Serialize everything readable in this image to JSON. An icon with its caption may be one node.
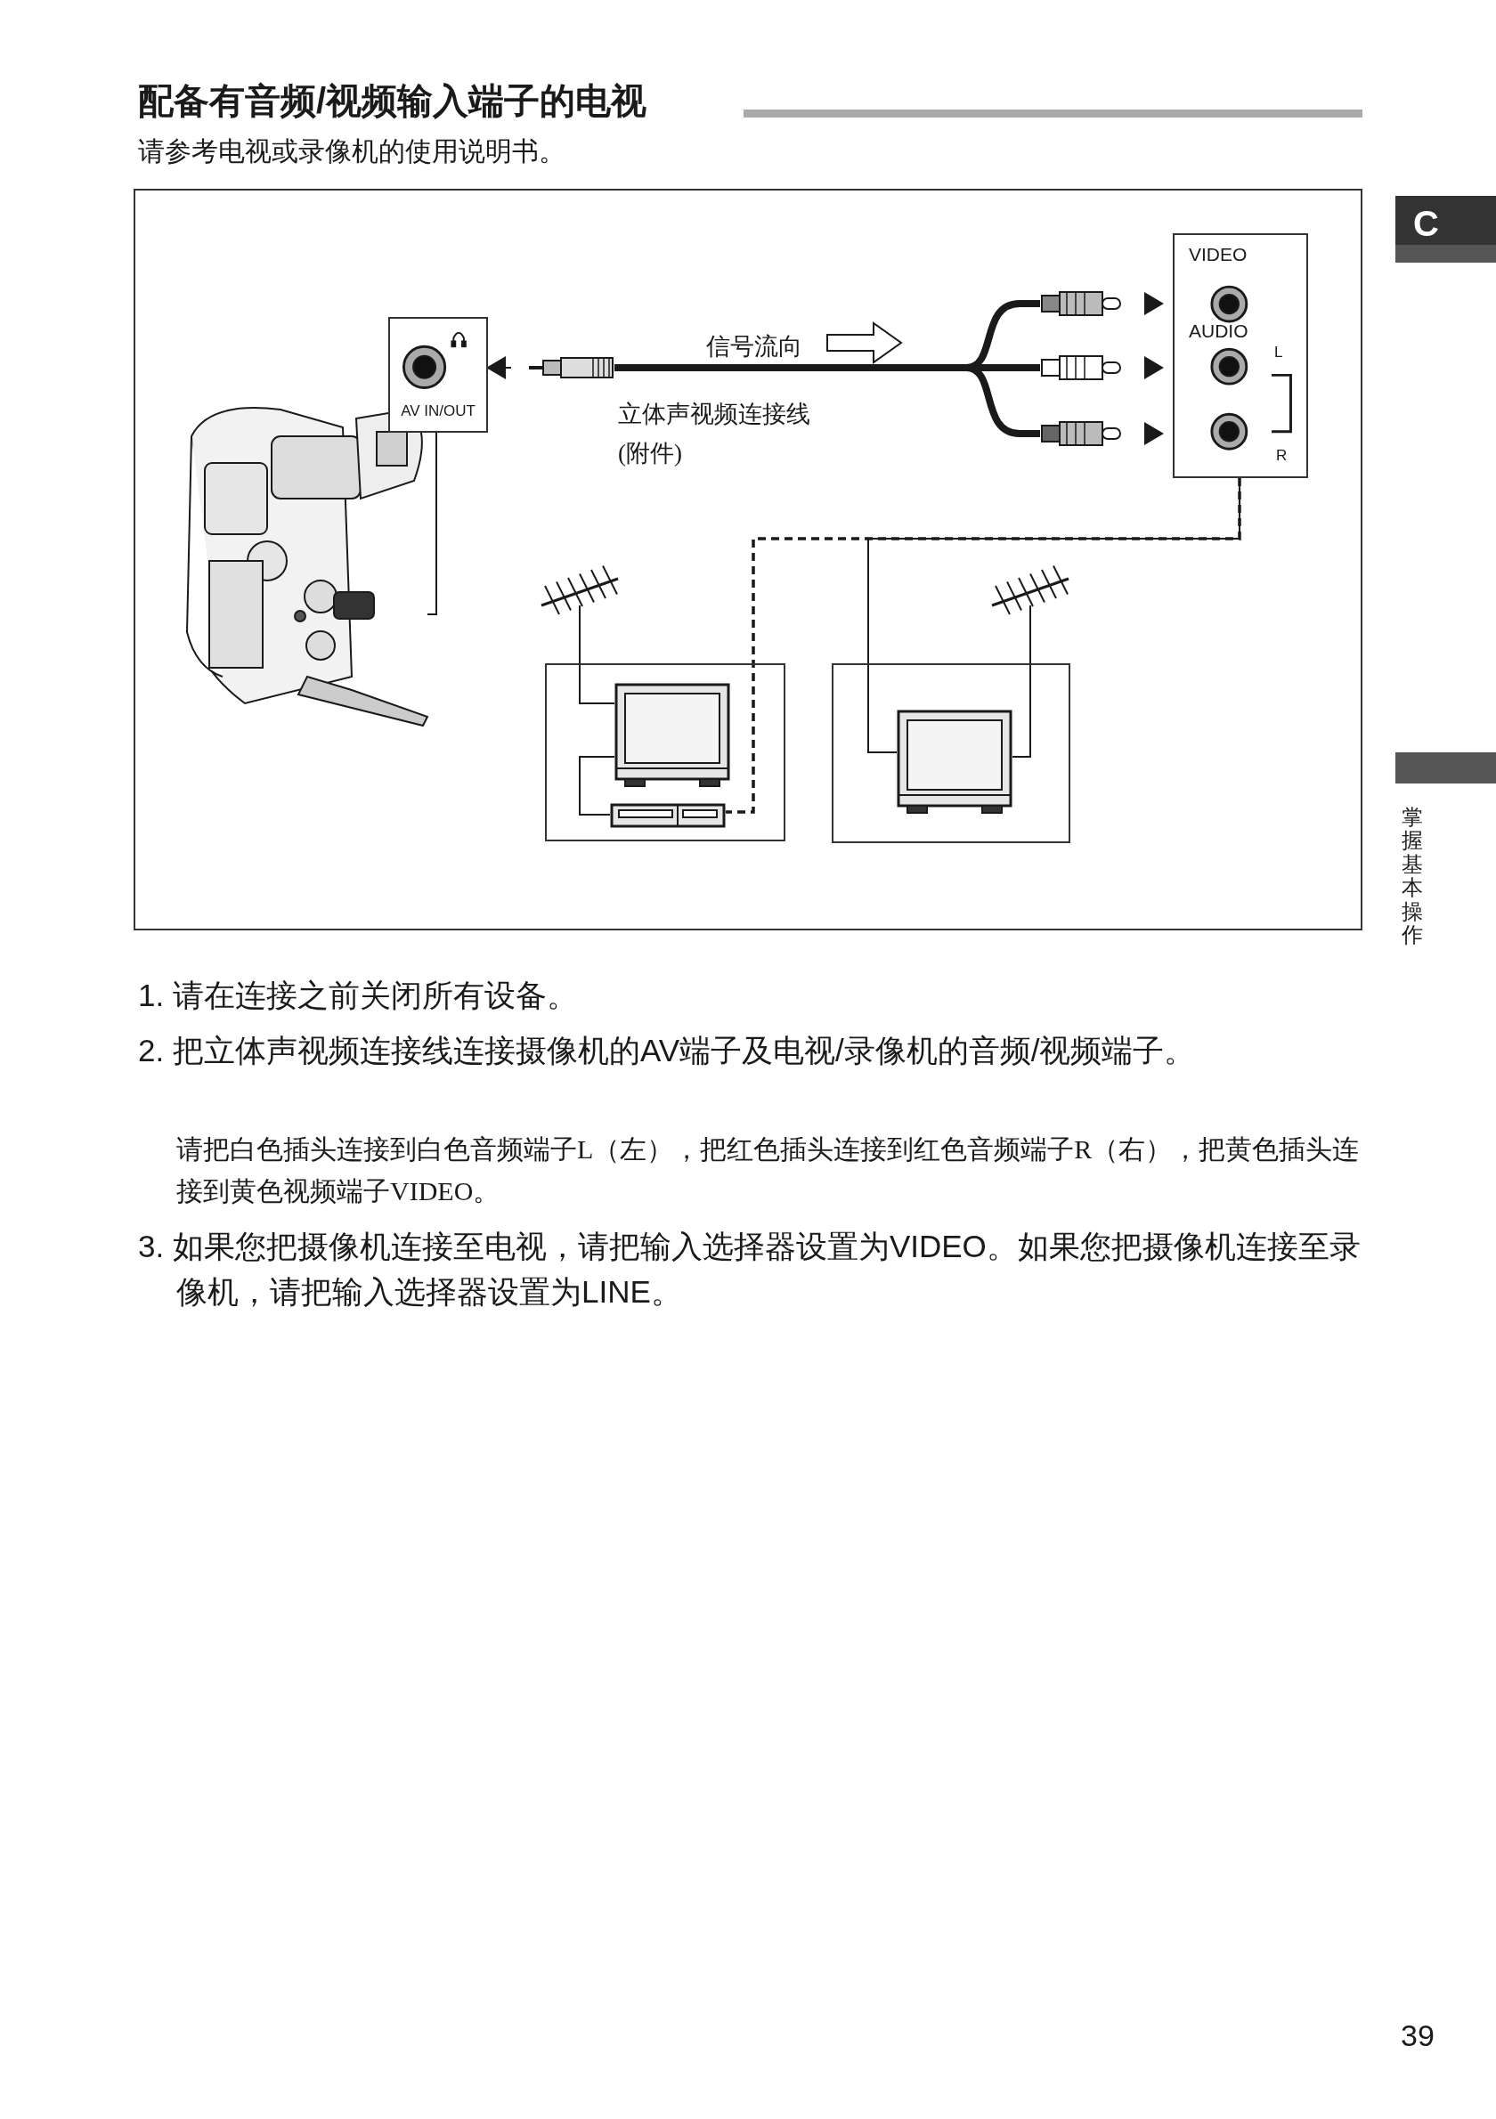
{
  "diagram": {
    "title": "配备有音频/视频输入端子的电视",
    "nodes": [
      {
        "text": [],
        "shape": "picture"
      },
      {
        "text": [
          "AV IN/OUT"
        ]
      },
      {
        "text": [],
        "shape": "picture"
      },
      {
        "text": [],
        "shape": "picture"
      },
      {
        "text": [],
        "shape": "picture"
      },
      {
        "text": [],
        "shape": "picture"
      },
      {
        "text": [
          "VIDEO",
          "AUDIO",
          "L",
          "R"
        ]
      },
      {
        "text": [],
        "shape": "box"
      },
      {
        "text": [],
        "shape": "picture",
        "in": 7
      },
      {
        "text": [],
        "shape": "picture",
        "in": 7
      },
      {
        "text": [],
        "shape": "picture"
      },
      {
        "text": [],
        "shape": "box"
      },
      {
        "text": [],
        "shape": "picture",
        "in": 11
      },
      {
        "text": [],
        "shape": "picture"
      },
      {
        "text": [],
        "shape": "bar"
      }
    ],
    "edges": [
      {
        "from": 1,
        "to": 0,
        "arrow": "none"
      },
      {
        "from": 2,
        "to": 1,
        "arrow": "to"
      },
      {
        "from": 2,
        "to": 3,
        "arrow": "none",
        "style": "thick"
      },
      {
        "from": 2,
        "to": 4,
        "arrow": "none",
        "style": "thick"
      },
      {
        "from": 2,
        "to": 5,
        "arrow": "none",
        "style": "thick"
      },
      {
        "from": 3,
        "to": 6,
        "arrow": "to"
      },
      {
        "from": 4,
        "to": 6,
        "arrow": "to"
      },
      {
        "from": 5,
        "to": 6,
        "arrow": "to"
      },
      {
        "from": 6,
        "to": 12,
        "arrow": "none"
      },
      {
        "from": 6,
        "to": 9,
        "arrow": "none",
        "style": "dashed"
      },
      {
        "from": 10,
        "to": 8,
        "arrow": "none"
      },
      {
        "from": 8,
        "to": 9,
        "arrow": "none"
      },
      {
        "from": 13,
        "to": 12,
        "arrow": "none"
      }
    ],
    "labels": [
      "请参考电视或录像机的使用说明书。",
      "信号流向",
      "立体声视频连接线",
      "(附件)",
      "1. 请在连接之前关闭所有设备。",
      "2. 把立体声视频连接线连接摄像机的AV端子及电视/录像机的音频/视频端子。",
      "请把白色插头连接到白色音频端子L（左），把红色插头连接到红色音频端子R（右），把黄色插头连接到黄色视频端子VIDEO。",
      "3. 如果您把摄像机连接至电视，请把输入选择器设置为VIDEO。如果您把摄像机连接至录像机，请把输入选择器设置为LINE。",
      "C",
      "掌握基本操作",
      "39"
    ]
  }
}
